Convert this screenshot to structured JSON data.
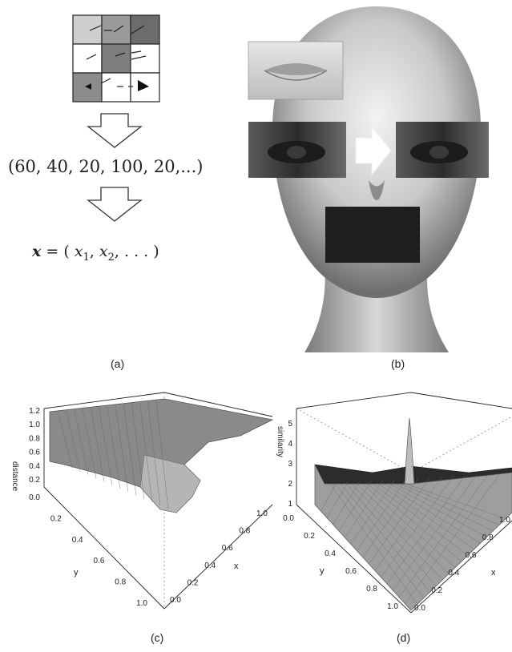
{
  "panel_a": {
    "grid_shades": [
      "#cfcfcf",
      "#9a9a9a",
      "#6c6c6c",
      "#ffffff",
      "#7e7e7e",
      "#ffffff",
      "#8c8c8c",
      "#ffffff",
      "#ffffff"
    ],
    "vector_text": "(60, 40, 20, 100, 20,...)",
    "x_bold": "x",
    "equals": "=",
    "open_paren": "(",
    "x1_base": "x",
    "x1_sub": "1",
    "comma1": ",",
    "x2_base": "x",
    "x2_sub": "2",
    "ellipsis": ", . . . )",
    "label": "(a)"
  },
  "panel_b": {
    "label": "(b)"
  },
  "panel_c": {
    "label": "(c)",
    "z_axis_label": "distance",
    "z_ticks": [
      "1.2",
      "1.0",
      "0.8",
      "0.6",
      "0.4",
      "0.2"
    ],
    "y_axis_label": "y",
    "y_ticks": [
      "0.0",
      "0.2",
      "0.4",
      "0.6",
      "0.8",
      "1.0"
    ],
    "x_axis_label": "x",
    "x_ticks": [
      "1.0",
      "0.8",
      "0.6",
      "0.4",
      "0.2",
      "0.0"
    ]
  },
  "panel_d": {
    "label": "(d)",
    "z_axis_label": "similarity",
    "z_ticks": [
      "5",
      "4",
      "3",
      "2",
      "1"
    ],
    "y_axis_label": "y",
    "y_ticks": [
      "0.0",
      "0.2",
      "0.4",
      "0.6",
      "0.8",
      "1.0"
    ],
    "x_axis_label": "x",
    "x_ticks": [
      "1.0",
      "0.8",
      "0.6",
      "0.4",
      "0.2",
      "0.0"
    ]
  }
}
